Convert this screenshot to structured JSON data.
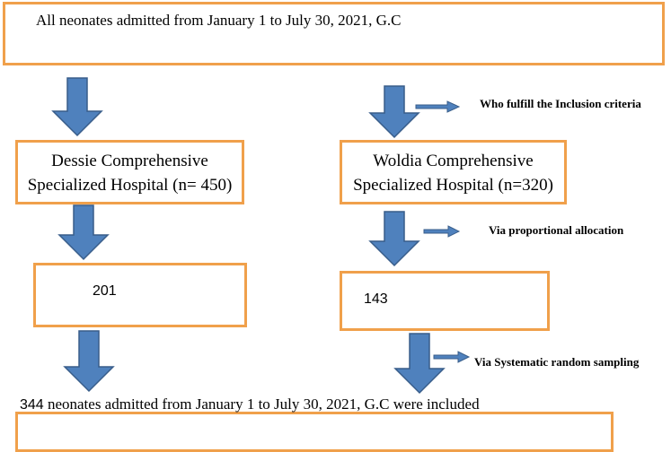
{
  "top_box": {
    "text": "All neonates admitted from January 1 to July 30, 2021, G.C"
  },
  "dessie_box": {
    "line1": "Dessie Comprehensive",
    "line2": "Specialized Hospital (n= 450)"
  },
  "woldia_box": {
    "line1": "Woldia Comprehensive",
    "line2": "Specialized Hospital (n=320)"
  },
  "dessie_sample": {
    "value": "201"
  },
  "woldia_sample": {
    "value": "143"
  },
  "bottom_box": {
    "count": "344",
    "text": " neonates admitted from January 1 to July 30, 2021, G.C were included"
  },
  "notes": {
    "inclusion": "Who fulfill the Inclusion criteria",
    "allocation": "Via proportional allocation",
    "sampling": "Via Systematic random sampling"
  },
  "colors": {
    "box_border": "#f0a04b",
    "arrow_fill": "#4f81bd",
    "arrow_stroke": "#385d8a"
  }
}
